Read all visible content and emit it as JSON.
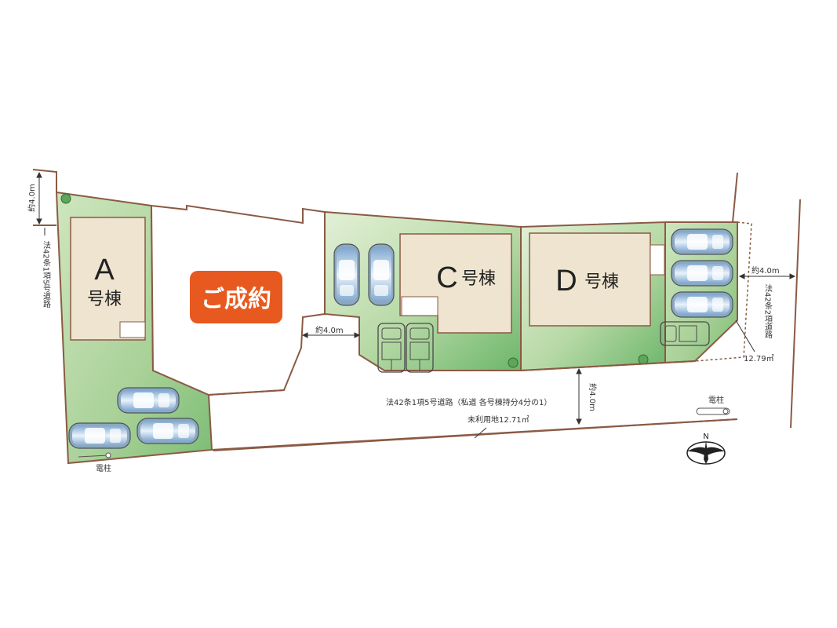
{
  "lots": {
    "a": {
      "letter": "A",
      "suffix": "号棟"
    },
    "c": {
      "letter": "C",
      "suffix": "号棟"
    },
    "d": {
      "letter": "D",
      "suffix": "号棟"
    }
  },
  "sold_badge": "ご成約",
  "labels": {
    "west_width": "約4.0m",
    "west_road": "法42条1項5号道路",
    "east_width": "約4.0m",
    "east_road": "法42条2項道路",
    "east_area": "12.79㎡",
    "center_width": "約4.0m",
    "private_road": "法42条1項5号道路（私道 各号棟持分4分の1）",
    "south_width": "約4.0m",
    "unused_land": "未利用地12.71㎡",
    "pole_left": "電柱",
    "pole_right": "電柱",
    "north": "N"
  },
  "colors": {
    "lot_green": "#b9d9a8",
    "lot_green_light": "#d9ecc9",
    "building": "#eee4cf",
    "boundary": "#8b5a44",
    "sold_orange": "#e8591f",
    "car_blue": "#9fc6e6"
  }
}
